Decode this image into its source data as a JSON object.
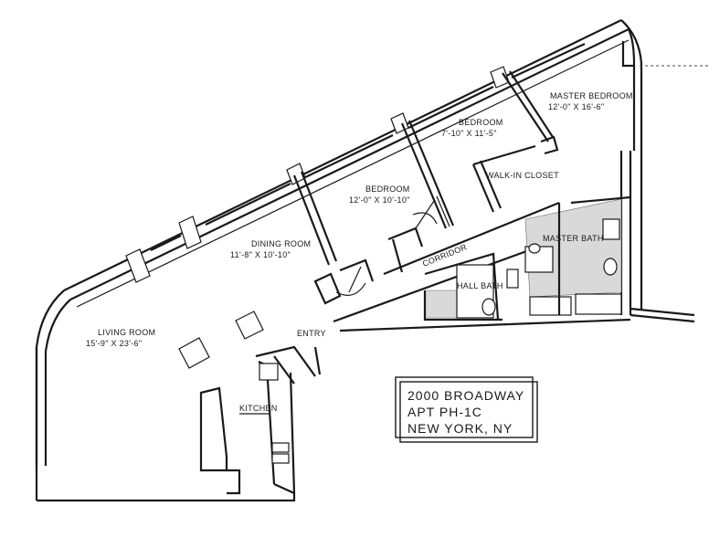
{
  "rooms": {
    "master_bedroom": {
      "name": "MASTER BEDROOM",
      "size": "12'-0\" X 16'-6\""
    },
    "bedroom_1": {
      "name": "BEDROOM",
      "size": "7'-10\" X 11'-5\""
    },
    "bedroom_2": {
      "name": "BEDROOM",
      "size": "12'-0\" X 10'-10\""
    },
    "dining_room": {
      "name": "DINING ROOM",
      "size": "11'-8\" X 10'-10\""
    },
    "living_room": {
      "name": "LIVING ROOM",
      "size": "15'-9\" X 23'-6\""
    }
  },
  "labels": {
    "walk_in_closet": "WALK-IN CLOSET",
    "master_bath": "MASTER BATH",
    "hall_bath": "HALL BATH",
    "corridor": "CORRIDOR",
    "entry": "ENTRY",
    "kitchen": "KITCHEN"
  },
  "info_box": {
    "line1": "2000 BROADWAY",
    "line2": "APT PH-1C",
    "line3": "NEW YORK, NY"
  }
}
